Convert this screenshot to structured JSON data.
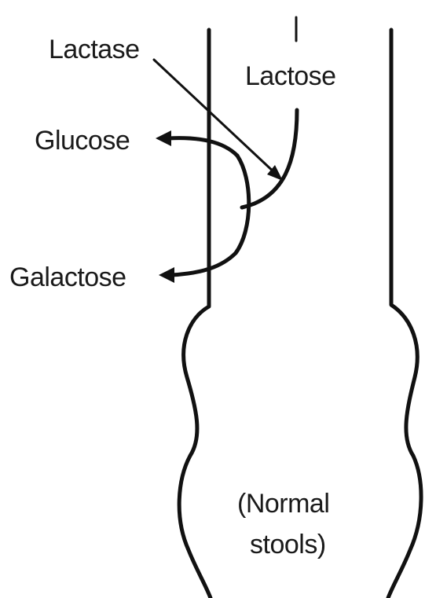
{
  "labels": {
    "lactase": "Lactase",
    "lactose": "Lactose",
    "glucose": "Glucose",
    "galactose": "Galactose",
    "normal_line1": "(Normal",
    "normal_line2": "stools)"
  }
}
